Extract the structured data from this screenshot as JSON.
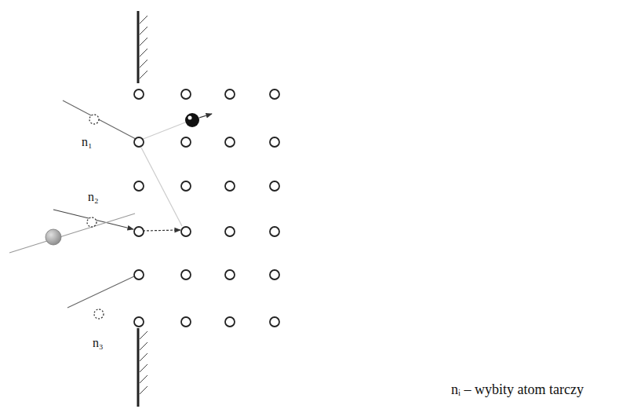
{
  "diagram": {
    "labels": [
      "n₁",
      "n₂",
      "n₃",
      "nᵢ – wybity atom tarczy"
    ]
  }
}
